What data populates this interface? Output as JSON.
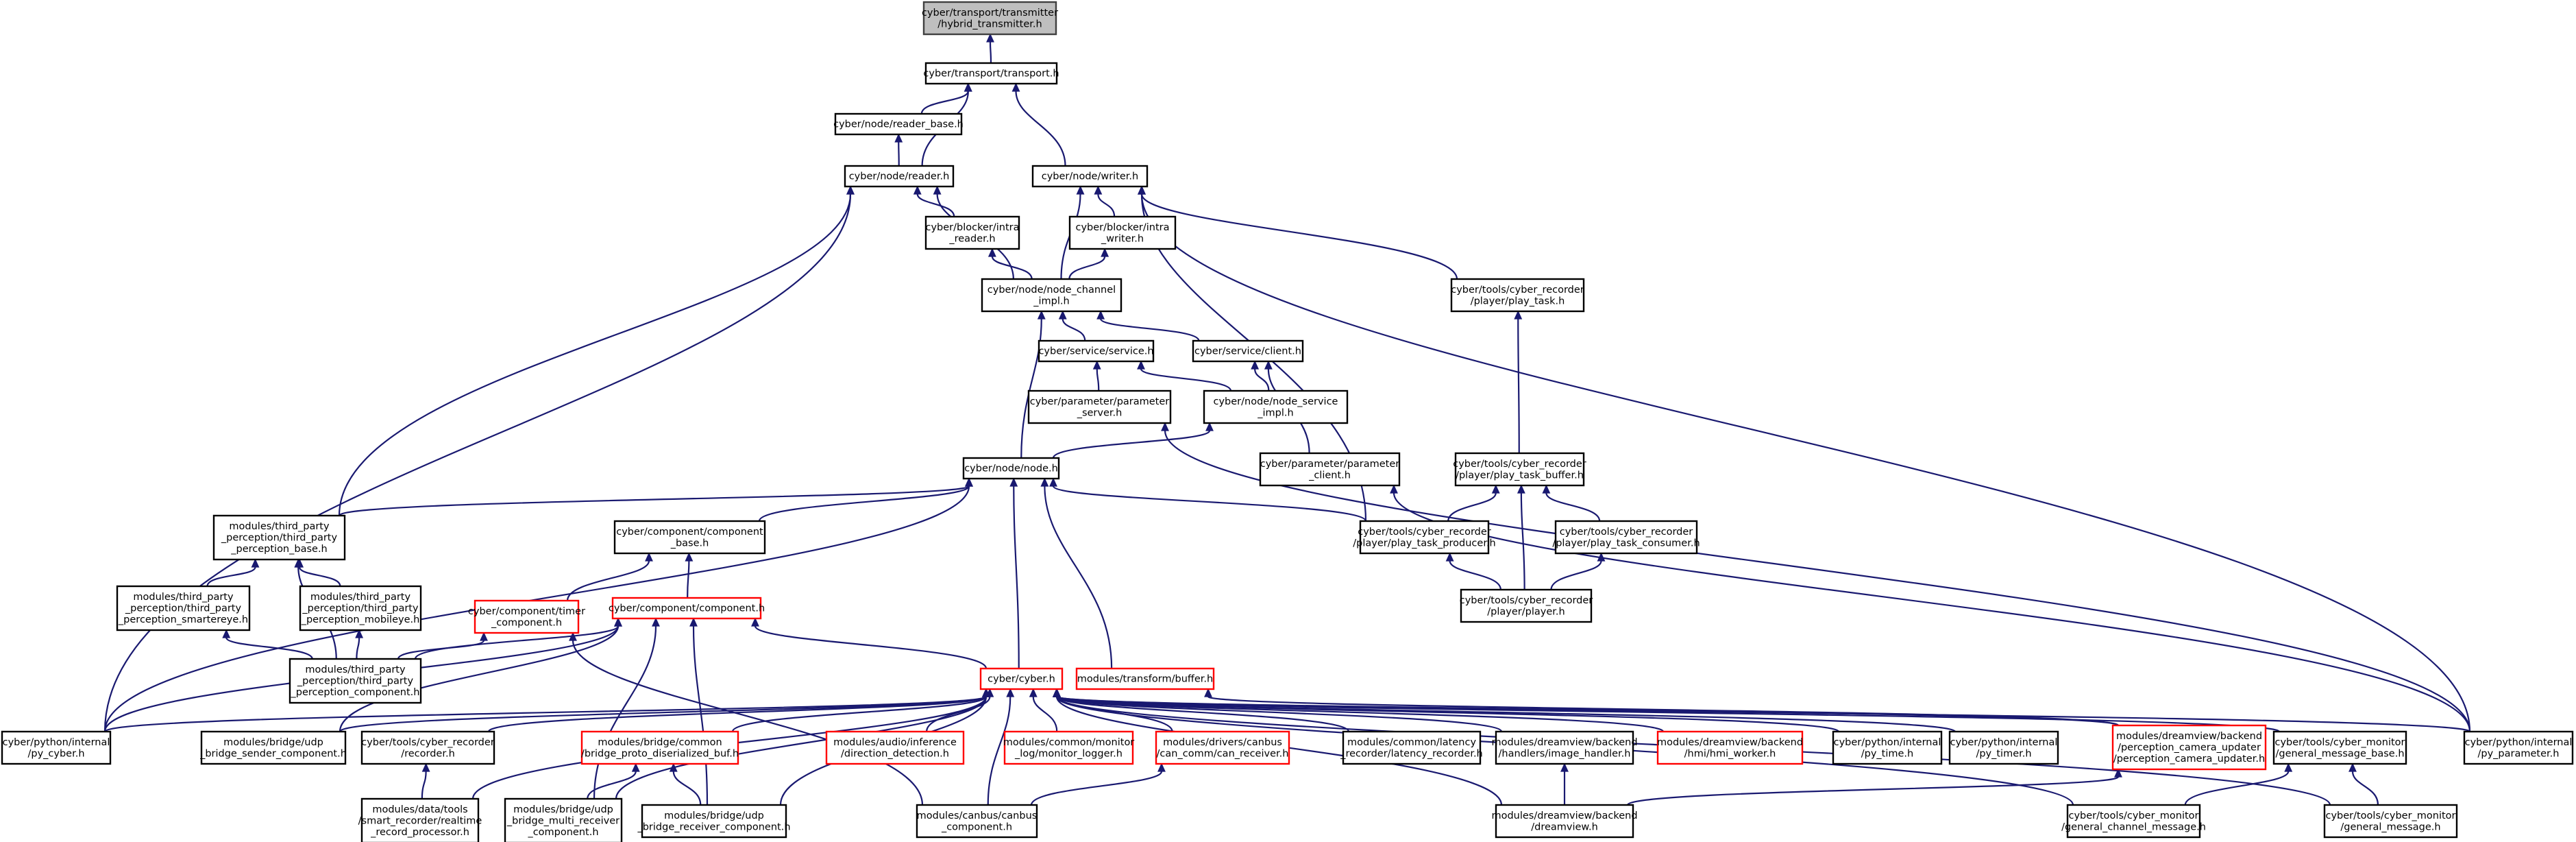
{
  "colors": {
    "edge": "#191970",
    "node_border": "#000000",
    "red_border": "#ff0000",
    "root_fill": "#bfbfbf"
  },
  "nodes": [
    {
      "id": "n0",
      "lines": [
        "cyber/transport/transmitter",
        "/hybrid_transmitter.h"
      ],
      "style": "root"
    },
    {
      "id": "n1",
      "lines": [
        "cyber/transport/transport.h"
      ]
    },
    {
      "id": "n2",
      "lines": [
        "cyber/node/reader_base.h"
      ]
    },
    {
      "id": "n3",
      "lines": [
        "cyber/node/reader.h"
      ]
    },
    {
      "id": "n4",
      "lines": [
        "cyber/node/writer.h"
      ]
    },
    {
      "id": "n5",
      "lines": [
        "cyber/blocker/intra",
        "_reader.h"
      ]
    },
    {
      "id": "n6",
      "lines": [
        "cyber/blocker/intra",
        "_writer.h"
      ]
    },
    {
      "id": "n7",
      "lines": [
        "cyber/node/node_channel",
        "_impl.h"
      ]
    },
    {
      "id": "n8",
      "lines": [
        "cyber/tools/cyber_recorder",
        "/player/play_task.h"
      ]
    },
    {
      "id": "n9",
      "lines": [
        "cyber/service/service.h"
      ]
    },
    {
      "id": "n10",
      "lines": [
        "cyber/service/client.h"
      ]
    },
    {
      "id": "n11",
      "lines": [
        "cyber/parameter/parameter",
        "_server.h"
      ]
    },
    {
      "id": "n12",
      "lines": [
        "cyber/node/node_service",
        "_impl.h"
      ]
    },
    {
      "id": "n13",
      "lines": [
        "cyber/node/node.h"
      ]
    },
    {
      "id": "n14",
      "lines": [
        "cyber/parameter/parameter",
        "_client.h"
      ]
    },
    {
      "id": "n15",
      "lines": [
        "cyber/tools/cyber_recorder",
        "/player/play_task_buffer.h"
      ]
    },
    {
      "id": "n16",
      "lines": [
        "modules/third_party",
        "_perception/third_party",
        "_perception_base.h"
      ]
    },
    {
      "id": "n17",
      "lines": [
        "cyber/component/component",
        "_base.h"
      ]
    },
    {
      "id": "n18",
      "lines": [
        "cyber/tools/cyber_recorder",
        "/player/play_task_producer.h"
      ]
    },
    {
      "id": "n19",
      "lines": [
        "cyber/tools/cyber_recorder",
        "/player/play_task_consumer.h"
      ]
    },
    {
      "id": "n20",
      "lines": [
        "modules/third_party",
        "_perception/third_party",
        "_perception_smartereye.h"
      ]
    },
    {
      "id": "n21",
      "lines": [
        "modules/third_party",
        "_perception/third_party",
        "_perception_mobileye.h"
      ]
    },
    {
      "id": "n22",
      "lines": [
        "cyber/component/timer",
        "_component.h"
      ],
      "style": "red"
    },
    {
      "id": "n23",
      "lines": [
        "cyber/component/component.h"
      ],
      "style": "red"
    },
    {
      "id": "n24",
      "lines": [
        "cyber/tools/cyber_recorder",
        "/player/player.h"
      ]
    },
    {
      "id": "n25",
      "lines": [
        "modules/third_party",
        "_perception/third_party",
        "_perception_component.h"
      ]
    },
    {
      "id": "n26",
      "lines": [
        "cyber/cyber.h"
      ],
      "style": "red"
    },
    {
      "id": "n27",
      "lines": [
        "modules/transform/buffer.h"
      ],
      "style": "red"
    },
    {
      "id": "n28",
      "lines": [
        "cyber/python/internal",
        "/py_cyber.h"
      ]
    },
    {
      "id": "n29",
      "lines": [
        "modules/bridge/udp",
        "_bridge_sender_component.h"
      ]
    },
    {
      "id": "n30",
      "lines": [
        "cyber/tools/cyber_recorder",
        "/recorder.h"
      ]
    },
    {
      "id": "n31",
      "lines": [
        "modules/bridge/common",
        "/bridge_proto_diserialized_buf.h"
      ],
      "style": "red"
    },
    {
      "id": "n32",
      "lines": [
        "modules/audio/inference",
        "/direction_detection.h"
      ],
      "style": "red"
    },
    {
      "id": "n33",
      "lines": [
        "modules/common/monitor",
        "_log/monitor_logger.h"
      ],
      "style": "red"
    },
    {
      "id": "n34",
      "lines": [
        "modules/drivers/canbus",
        "/can_comm/can_receiver.h"
      ],
      "style": "red"
    },
    {
      "id": "n35",
      "lines": [
        "modules/common/latency",
        "_recorder/latency_recorder.h"
      ]
    },
    {
      "id": "n36",
      "lines": [
        "modules/dreamview/backend",
        "/handlers/image_handler.h"
      ]
    },
    {
      "id": "n37",
      "lines": [
        "modules/dreamview/backend",
        "/hmi/hmi_worker.h"
      ],
      "style": "red"
    },
    {
      "id": "n38",
      "lines": [
        "cyber/python/internal",
        "/py_time.h"
      ]
    },
    {
      "id": "n39",
      "lines": [
        "cyber/python/internal",
        "/py_timer.h"
      ]
    },
    {
      "id": "n40",
      "lines": [
        "modules/dreamview/backend",
        "/perception_camera_updater",
        "/perception_camera_updater.h"
      ],
      "style": "red"
    },
    {
      "id": "n41",
      "lines": [
        "cyber/tools/cyber_monitor",
        "/general_message_base.h"
      ]
    },
    {
      "id": "n42",
      "lines": [
        "cyber/python/internal",
        "/py_parameter.h"
      ]
    },
    {
      "id": "n43",
      "lines": [
        "modules/data/tools",
        "/smart_recorder/realtime",
        "_record_processor.h"
      ]
    },
    {
      "id": "n44",
      "lines": [
        "modules/bridge/udp",
        "_bridge_multi_receiver",
        "_component.h"
      ]
    },
    {
      "id": "n45",
      "lines": [
        "modules/bridge/udp",
        "_bridge_receiver_component.h"
      ]
    },
    {
      "id": "n46",
      "lines": [
        "modules/canbus/canbus",
        "_component.h"
      ]
    },
    {
      "id": "n47",
      "lines": [
        "modules/dreamview/backend",
        "/dreamview.h"
      ]
    },
    {
      "id": "n48",
      "lines": [
        "cyber/tools/cyber_monitor",
        "/general_channel_message.h"
      ]
    },
    {
      "id": "n49",
      "lines": [
        "cyber/tools/cyber_monitor",
        "/general_message.h"
      ]
    }
  ],
  "edges": [
    [
      "n1",
      "n0"
    ],
    [
      "n2",
      "n1"
    ],
    [
      "n3",
      "n1"
    ],
    [
      "n4",
      "n1"
    ],
    [
      "n3",
      "n2"
    ],
    [
      "n5",
      "n3"
    ],
    [
      "n7",
      "n3"
    ],
    [
      "n16",
      "n3"
    ],
    [
      "n28",
      "n3"
    ],
    [
      "n6",
      "n4"
    ],
    [
      "n7",
      "n4"
    ],
    [
      "n8",
      "n4"
    ],
    [
      "n18",
      "n4"
    ],
    [
      "n42",
      "n4"
    ],
    [
      "n7",
      "n5"
    ],
    [
      "n7",
      "n6"
    ],
    [
      "n9",
      "n7"
    ],
    [
      "n10",
      "n7"
    ],
    [
      "n13",
      "n7"
    ],
    [
      "n15",
      "n8"
    ],
    [
      "n11",
      "n9"
    ],
    [
      "n12",
      "n9"
    ],
    [
      "n12",
      "n10"
    ],
    [
      "n14",
      "n10"
    ],
    [
      "n13",
      "n12"
    ],
    [
      "n42",
      "n11"
    ],
    [
      "n42",
      "n14"
    ],
    [
      "n16",
      "n13"
    ],
    [
      "n17",
      "n13"
    ],
    [
      "n18",
      "n13"
    ],
    [
      "n26",
      "n13"
    ],
    [
      "n27",
      "n13"
    ],
    [
      "n28",
      "n13"
    ],
    [
      "n18",
      "n15"
    ],
    [
      "n19",
      "n15"
    ],
    [
      "n24",
      "n15"
    ],
    [
      "n20",
      "n16"
    ],
    [
      "n21",
      "n16"
    ],
    [
      "n25",
      "n16"
    ],
    [
      "n22",
      "n17"
    ],
    [
      "n23",
      "n17"
    ],
    [
      "n24",
      "n18"
    ],
    [
      "n24",
      "n19"
    ],
    [
      "n25",
      "n20"
    ],
    [
      "n25",
      "n21"
    ],
    [
      "n25",
      "n22"
    ],
    [
      "n46",
      "n22"
    ],
    [
      "n25",
      "n23"
    ],
    [
      "n26",
      "n23"
    ],
    [
      "n28",
      "n23"
    ],
    [
      "n29",
      "n23"
    ],
    [
      "n44",
      "n23"
    ],
    [
      "n45",
      "n23"
    ],
    [
      "n28",
      "n26"
    ],
    [
      "n29",
      "n26"
    ],
    [
      "n30",
      "n26"
    ],
    [
      "n31",
      "n26"
    ],
    [
      "n32",
      "n26"
    ],
    [
      "n33",
      "n26"
    ],
    [
      "n34",
      "n26"
    ],
    [
      "n35",
      "n26"
    ],
    [
      "n36",
      "n26"
    ],
    [
      "n37",
      "n26"
    ],
    [
      "n38",
      "n26"
    ],
    [
      "n39",
      "n26"
    ],
    [
      "n40",
      "n26"
    ],
    [
      "n41",
      "n26"
    ],
    [
      "n42",
      "n26"
    ],
    [
      "n43",
      "n26"
    ],
    [
      "n44",
      "n26"
    ],
    [
      "n45",
      "n26"
    ],
    [
      "n46",
      "n26"
    ],
    [
      "n47",
      "n26"
    ],
    [
      "n48",
      "n26"
    ],
    [
      "n49",
      "n26"
    ],
    [
      "n40",
      "n27"
    ],
    [
      "n43",
      "n30"
    ],
    [
      "n44",
      "n31"
    ],
    [
      "n45",
      "n31"
    ],
    [
      "n46",
      "n34"
    ],
    [
      "n47",
      "n36"
    ],
    [
      "n47",
      "n40"
    ],
    [
      "n48",
      "n41"
    ],
    [
      "n49",
      "n41"
    ]
  ]
}
